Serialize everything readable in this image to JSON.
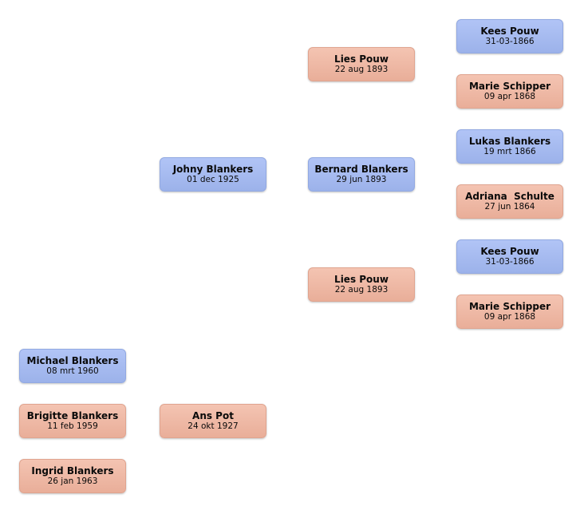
{
  "colors": {
    "male_card": "#a7bcf0",
    "female_card": "#efb8a4"
  },
  "people": {
    "great_grandfather_1": {
      "name": "Kees Pouw",
      "date": "31-03-1866",
      "gender": "male"
    },
    "great_grandmother_1": {
      "name": "Marie Schipper",
      "date": "09 apr 1868",
      "gender": "female"
    },
    "great_grandfather_2": {
      "name": "Lukas Blankers",
      "date": "19 mrt 1866",
      "gender": "male"
    },
    "great_grandmother_2": {
      "name": "Adriana  Schulte",
      "date": "27 jun 1864",
      "gender": "female"
    },
    "great_grandfather_3": {
      "name": "Kees Pouw",
      "date": "31-03-1866",
      "gender": "male"
    },
    "great_grandmother_3": {
      "name": "Marie Schipper",
      "date": "09 apr 1868",
      "gender": "female"
    },
    "grandmother_1": {
      "name": "Lies Pouw",
      "date": "22 aug 1893",
      "gender": "female"
    },
    "grandfather": {
      "name": "Bernard Blankers",
      "date": "29 jun 1893",
      "gender": "male"
    },
    "grandmother_2": {
      "name": "Lies Pouw",
      "date": "22 aug 1893",
      "gender": "female"
    },
    "father": {
      "name": "Johny Blankers",
      "date": "01 dec 1925",
      "gender": "male"
    },
    "mother": {
      "name": "Ans Pot",
      "date": "24 okt 1927",
      "gender": "female"
    },
    "child_1": {
      "name": "Michael Blankers",
      "date": "08 mrt 1960",
      "gender": "male"
    },
    "child_2": {
      "name": "Brigitte Blankers",
      "date": "11 feb 1959",
      "gender": "female"
    },
    "child_3": {
      "name": "Ingrid Blankers",
      "date": "26 jan 1963",
      "gender": "female"
    }
  }
}
